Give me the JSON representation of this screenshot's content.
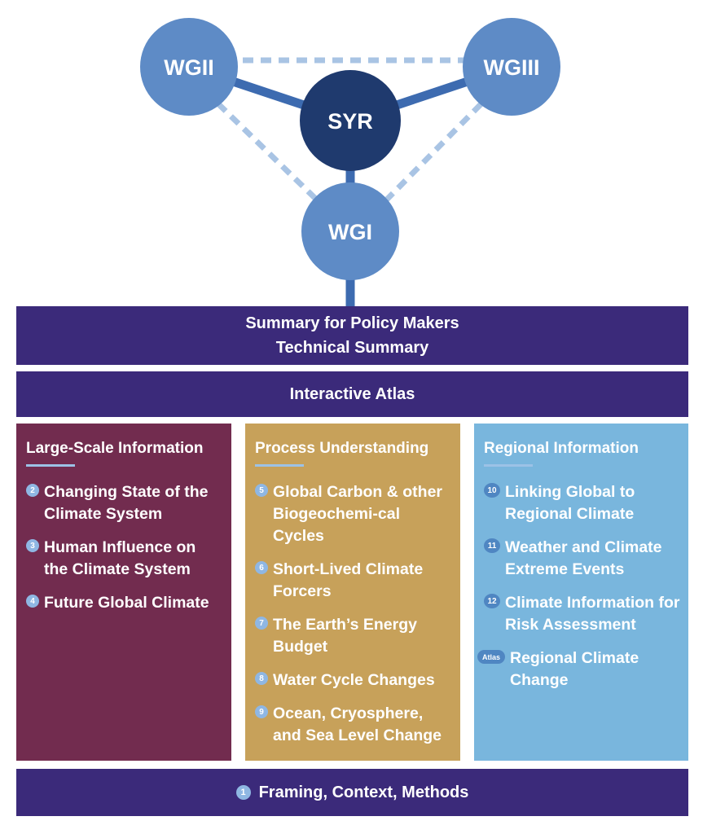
{
  "nodes": {
    "wgii": "WGII",
    "wgiii": "WGIII",
    "syr": "SYR",
    "wgi": "WGI"
  },
  "colors": {
    "node_light": "#5e8bc6",
    "node_dark": "#1f3a6e",
    "connector": "#3d6bb0",
    "dotted": "#a9c4e4",
    "bar": "#3b2a7a",
    "large_scale": "#722c4f",
    "process": "#c7a15a",
    "regional": "#79b6dd"
  },
  "bars": {
    "spm_line1": "Summary for Policy Makers",
    "spm_line2": "Technical Summary",
    "atlas": "Interactive Atlas",
    "framing_num": "1",
    "framing_label": "Framing, Context, Methods"
  },
  "columns": {
    "large": {
      "heading": "Large-Scale Information",
      "items": [
        {
          "num": "2",
          "text": "Changing State of the Climate System"
        },
        {
          "num": "3",
          "text": "Human Influence on the Climate System"
        },
        {
          "num": "4",
          "text": "Future Global Climate"
        }
      ]
    },
    "process": {
      "heading": "Process Understanding",
      "items": [
        {
          "num": "5",
          "text": "Global Carbon & other Biogeochemi-cal Cycles"
        },
        {
          "num": "6",
          "text": "Short-Lived Climate Forcers"
        },
        {
          "num": "7",
          "text": "The Earth’s Energy Budget"
        },
        {
          "num": "8",
          "text": "Water Cycle Changes"
        },
        {
          "num": "9",
          "text": "Ocean, Cryosphere, and Sea Level Change"
        }
      ]
    },
    "regional": {
      "heading": "Regional Information",
      "items": [
        {
          "num": "10",
          "text": "Linking Global to Regional Climate"
        },
        {
          "num": "11",
          "text": "Weather and Climate Extreme Events"
        },
        {
          "num": "12",
          "text": "Climate Information for Risk Assessment"
        },
        {
          "num": "Atlas",
          "text": "Regional Climate Change"
        }
      ]
    }
  }
}
